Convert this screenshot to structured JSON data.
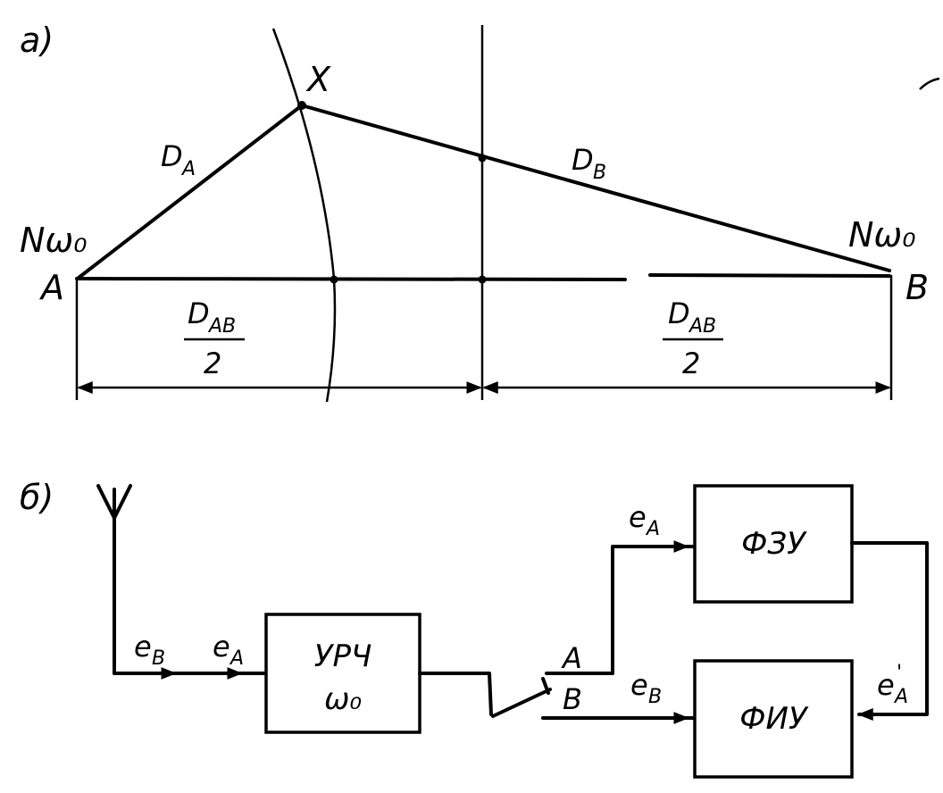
{
  "part_a": {
    "label": "а)",
    "point_a": "A",
    "point_b": "B",
    "point_x": "X",
    "source_a": "Nω₀",
    "source_b": "Nω₀",
    "dist_a": {
      "main": "D",
      "sub": "A"
    },
    "dist_b": {
      "main": "D",
      "sub": "B"
    },
    "half_left": {
      "num_main": "D",
      "num_sub": "AB",
      "den": "2"
    },
    "half_right": {
      "num_main": "D",
      "num_sub": "AB",
      "den": "2"
    }
  },
  "part_b": {
    "label": "б)",
    "block_urch": {
      "line1": "УРЧ",
      "line2": "ω₀"
    },
    "block_fzu": "ФЗУ",
    "block_fiu": "ФИУ",
    "sig_eb_in": {
      "main": "e",
      "sub": "B"
    },
    "sig_ea_in": {
      "main": "e",
      "sub": "A"
    },
    "switch_a": "A",
    "switch_b": "B",
    "sig_ea_out": {
      "main": "e",
      "sub": "A"
    },
    "sig_eb_out": {
      "main": "e",
      "sub": "B"
    },
    "sig_ea_prime": {
      "main": "e",
      "sub": "A",
      "prime": "'"
    }
  }
}
